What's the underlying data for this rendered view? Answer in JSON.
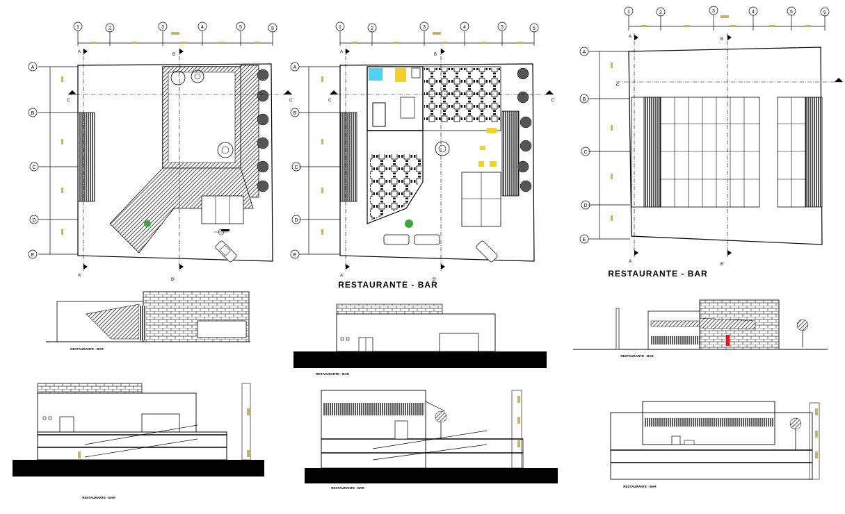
{
  "drawing": {
    "main_title": "RESTAURANTE - BAR",
    "small_caption": "RESTAURANTE - BAR",
    "grid_columns": [
      "1",
      "2",
      "3",
      "4",
      "5",
      "5"
    ],
    "grid_rows": [
      "A",
      "B",
      "C",
      "D",
      "E"
    ],
    "section_marks": {
      "a": "A",
      "a_prime": "A'",
      "b": "B",
      "b_prime": "B'",
      "c": "C",
      "c_prime": "C'"
    }
  },
  "colors": {
    "ink": "#000000",
    "hatch": "#555555",
    "accent_khaki": "#c8b26a",
    "accent_cyan": "#29c6e8",
    "accent_yellow": "#f2d22a",
    "accent_red": "#d81e1e",
    "accent_green": "#3fa63f"
  },
  "icons": [
    "north-arrow-icon",
    "tree-symbol-icon",
    "car-symbol-icon",
    "section-cut-icon"
  ]
}
